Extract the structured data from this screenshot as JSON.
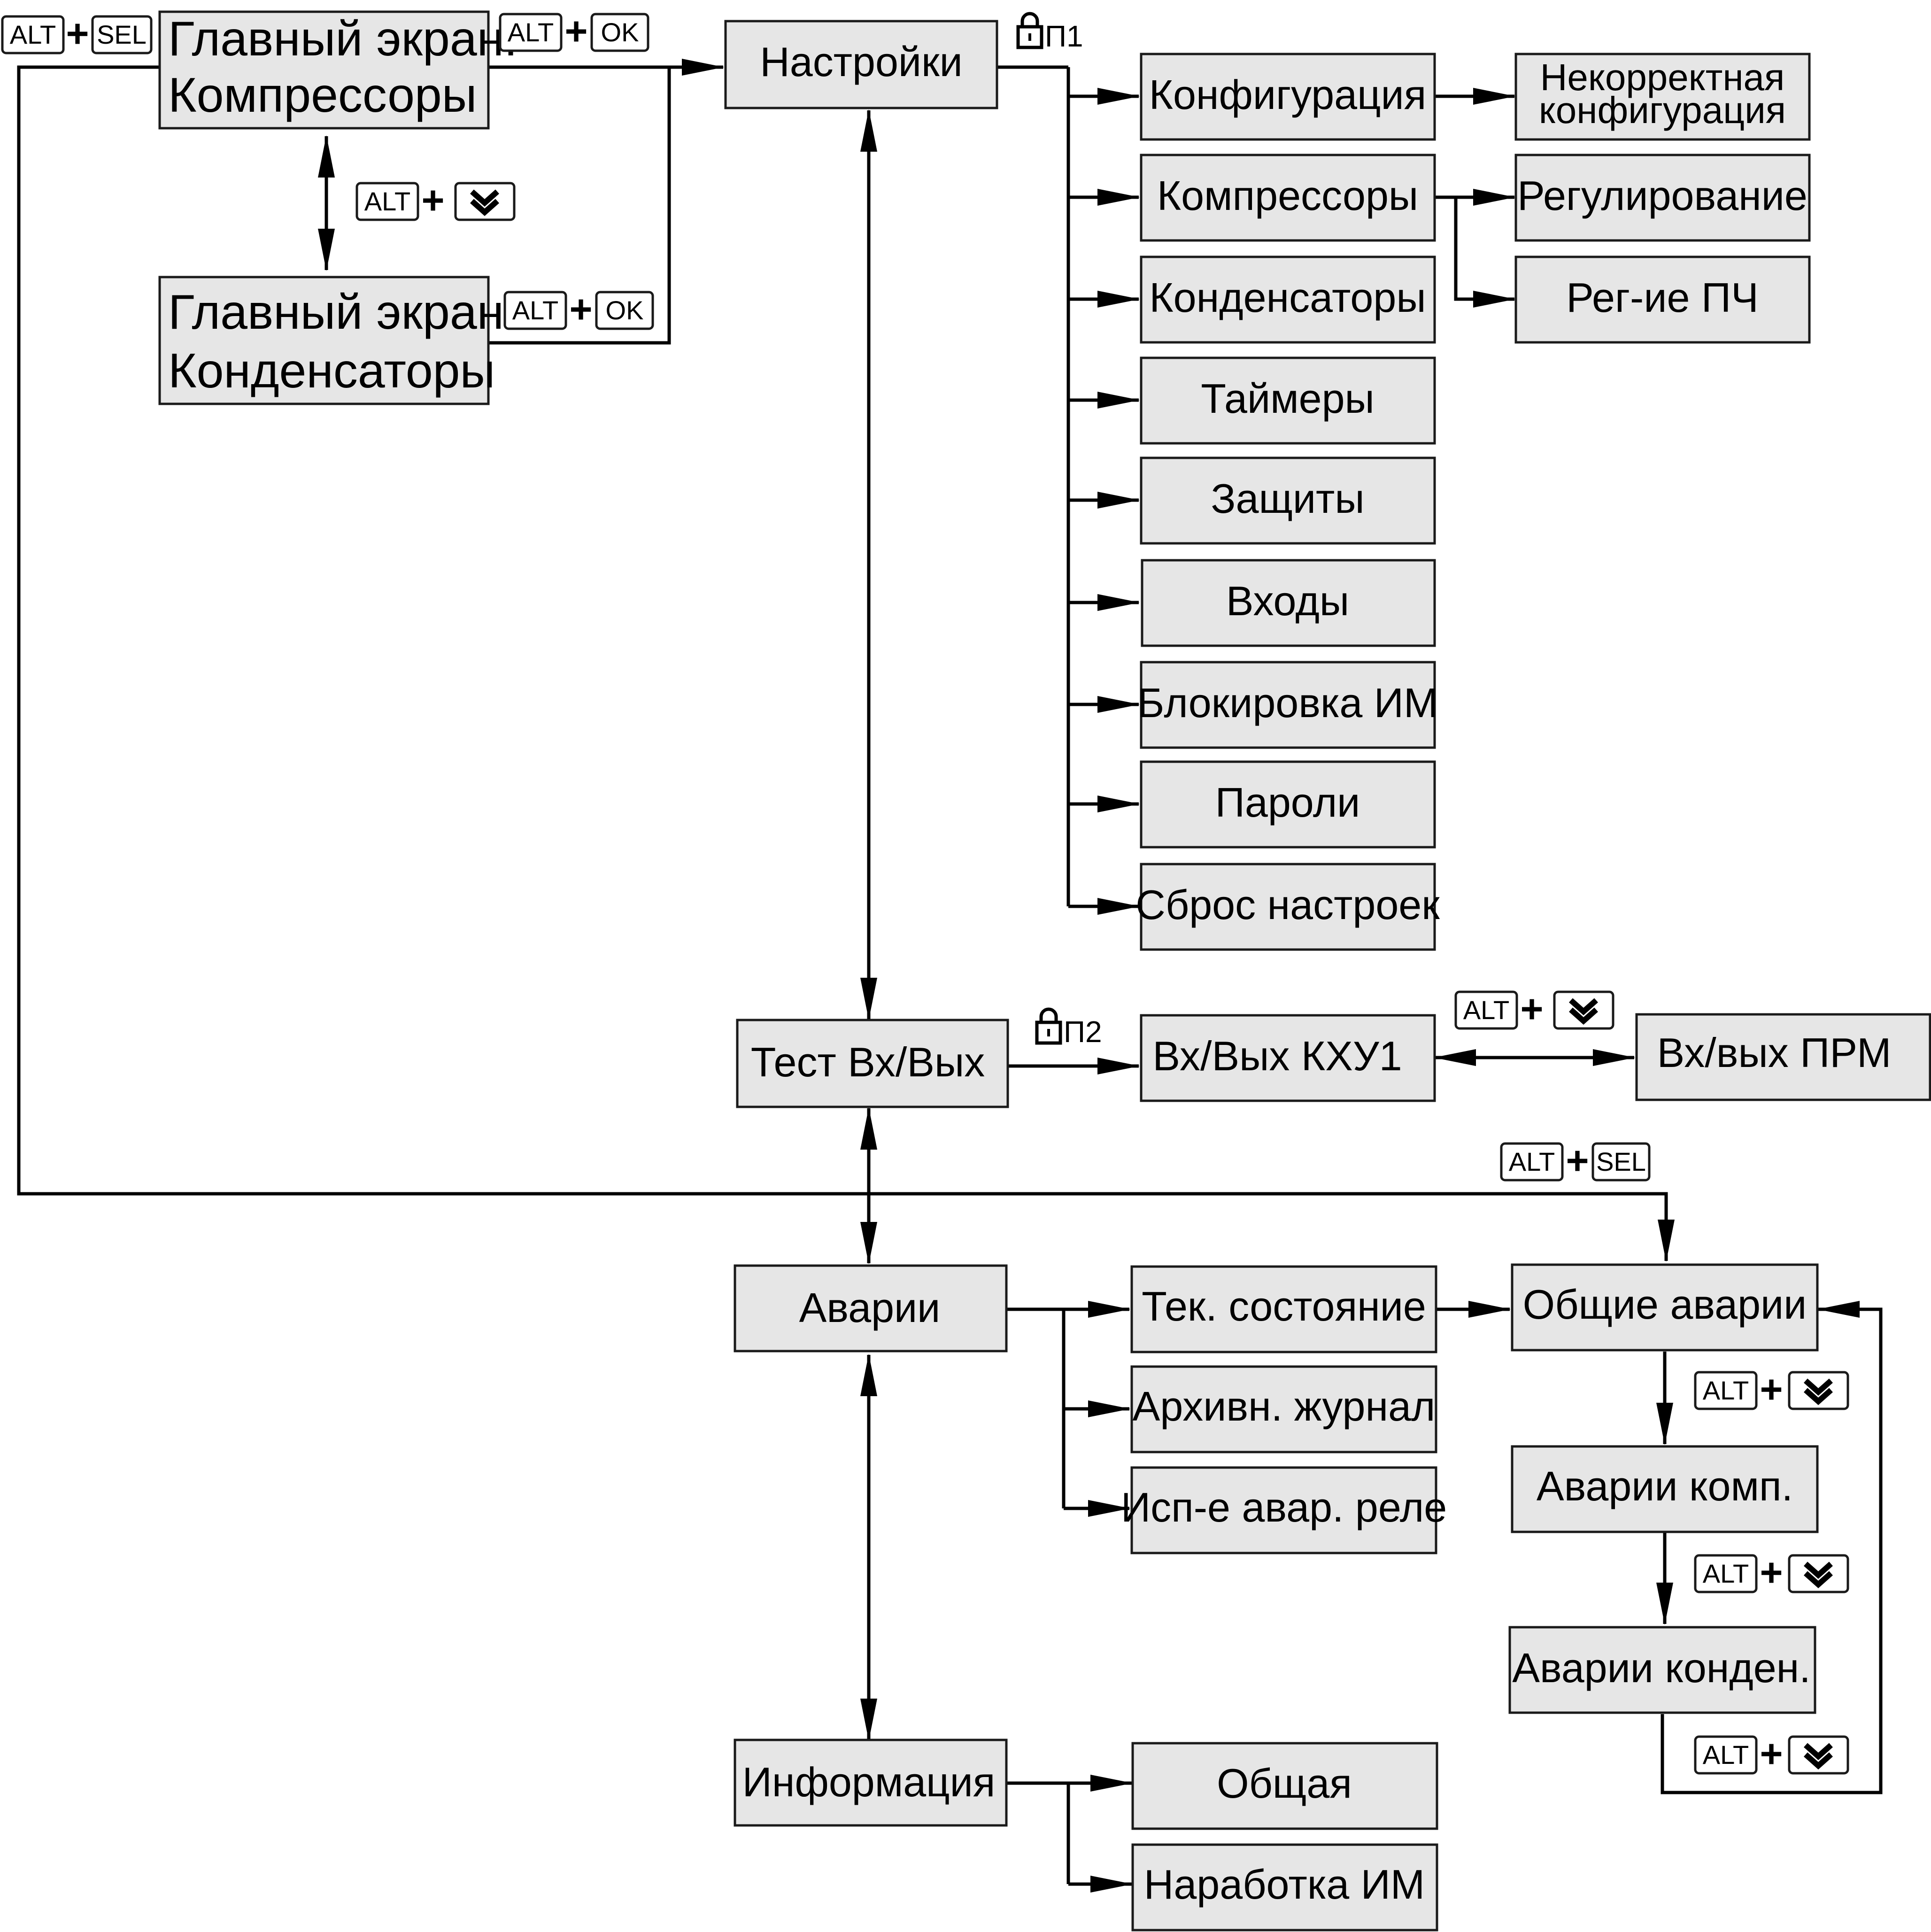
{
  "nodes": {
    "main_compressors": [
      "Главный экран:",
      "Компрессоры"
    ],
    "main_condensers": [
      "Главный экран:",
      "Конденсаторы"
    ],
    "settings": "Настройки",
    "configuration": "Конфигурация",
    "incorrect_config": [
      "Некорректная",
      "конфигурация"
    ],
    "compressors": "Компрессоры",
    "regulation": "Регулирование",
    "regulation_fc": "Рег-ие ПЧ",
    "condensers": "Конденсаторы",
    "timers": "Таймеры",
    "protections": "Защиты",
    "inputs": "Входы",
    "im_block": "Блокировка ИМ",
    "passwords": "Пароли",
    "reset_settings": "Сброс настроек",
    "test_io": "Тест Вх/Вых",
    "io_kxu1": "Вх/Вых КХУ1",
    "io_prm": "Вх/вых ПРМ",
    "alarms": "Аварии",
    "current_state": "Тек. состояние",
    "archive_log": "Архивн. журнал",
    "alarm_relay": "Исп-е авар. реле",
    "general_alarms": "Общие аварии",
    "comp_alarms": "Аварии комп.",
    "cond_alarms": "Аварии конден.",
    "information": "Информация",
    "info_general": "Общая",
    "im_runtime": "Наработка ИМ"
  },
  "keys": {
    "alt": "ALT",
    "sel": "SEL",
    "ok": "OK",
    "plus": "+",
    "down_icon": "double-chevron-down-icon",
    "lock_icon": "padlock-icon"
  },
  "locks": {
    "p1": "П1",
    "p2": "П2"
  }
}
